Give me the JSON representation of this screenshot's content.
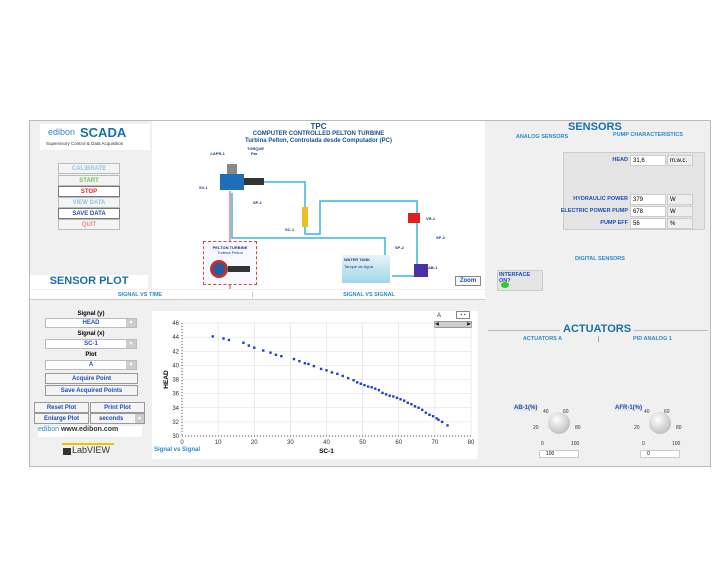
{
  "header": {
    "logo_brand": "edibon",
    "logo_title": "SCADA",
    "logo_subtitle": "Supervisory Control & Data Acquisition",
    "title": "TPC",
    "subtitle": "COMPUTER CONTROLLED PELTON TURBINE",
    "subtitle_es": "Turbina Pelton, Controlada desde Computador (PC)"
  },
  "controls": {
    "calibrate": "CALIBRATE",
    "start": "START",
    "stop": "STOP",
    "view_data": "VIEW DATA",
    "save_data": "SAVE DATA",
    "quit": "QUIT"
  },
  "sensor_plot": {
    "title": "SENSOR PLOT",
    "tabs": [
      "SIGNAL VS TIME",
      "SIGNAL VS SIGNAL"
    ],
    "signal_y_label": "Signal (y)",
    "signal_y": "HEAD",
    "signal_x_label": "Signal (x)",
    "signal_x": "SC-1",
    "plot_label": "Plot",
    "plot": "A",
    "acquire": "Acquire Point",
    "save_points": "Save Acquired Points",
    "reset": "Reset Plot",
    "print": "Print Plot",
    "enlarge": "Enlarge Plot",
    "units": "seconds",
    "website": "www.edibon.com",
    "labview": "LabVIEW",
    "caption": "Signal vs Signal",
    "plot_selector": "A"
  },
  "diagram": {
    "labels": {
      "apr": "APR-1",
      "torque": "TORQUE",
      "torque_es": "Par",
      "sv": "SV-1",
      "sp1": "SP-1",
      "sc": "SC-1",
      "vr": "VR-1",
      "sp3": "SP-3",
      "sp2": "SP-2",
      "ab": "AB-1",
      "turbine": "PELTON TURBINE",
      "turbine_es": "Turbina Pelton",
      "tank": "WATER TANK",
      "tank_es": "Tanque de Agua"
    },
    "zoom": "Zoom"
  },
  "sensors": {
    "title": "SENSORS",
    "tabs": [
      "ANALOG SENSORS",
      "PUMP CHARACTERISTICS"
    ],
    "rows": [
      {
        "label": "HEAD",
        "value": "31,6",
        "unit": "m.w.c."
      },
      {
        "label": "HYDRAULIC POWER",
        "value": "379",
        "unit": "W"
      },
      {
        "label": "ELECTRIC POWER PUMP",
        "value": "678",
        "unit": "W"
      },
      {
        "label": "PUMP EFF",
        "value": "56",
        "unit": "%"
      }
    ],
    "digital_title": "DIGITAL SENSORS",
    "interface": "INTERFACE ON?",
    "interface_on": true
  },
  "actuators": {
    "title": "ACTUATORS",
    "tabs": [
      "ACTUATORS A",
      "PID ANALOG 1"
    ],
    "knobs": [
      {
        "label": "AB-1(%)",
        "value": "100",
        "ticks": [
          "0",
          "20",
          "40",
          "60",
          "80",
          "100"
        ]
      },
      {
        "label": "AFR-1(%)",
        "value": "0",
        "ticks": [
          "0",
          "20",
          "40",
          "60",
          "80",
          "100"
        ]
      }
    ]
  },
  "chart_data": {
    "type": "scatter",
    "xlabel": "SC-1",
    "ylabel": "HEAD",
    "xlim": [
      0,
      80
    ],
    "ylim": [
      30,
      46
    ],
    "xticks": [
      "0",
      "10",
      "20",
      "30",
      "40",
      "50",
      "60",
      "70",
      "80"
    ],
    "yticks": [
      "30",
      "32",
      "34",
      "36",
      "38",
      "40",
      "42",
      "44",
      "46"
    ],
    "grid": true,
    "color": "#1f3fc8",
    "points": [
      [
        8.5,
        44.1
      ],
      [
        11.5,
        43.8
      ],
      [
        13,
        43.6
      ],
      [
        17,
        43.2
      ],
      [
        18.5,
        42.8
      ],
      [
        20,
        42.5
      ],
      [
        22.5,
        42.1
      ],
      [
        24.5,
        41.8
      ],
      [
        26,
        41.5
      ],
      [
        27.5,
        41.3
      ],
      [
        31,
        40.9
      ],
      [
        32.5,
        40.6
      ],
      [
        34,
        40.3
      ],
      [
        35,
        40.2
      ],
      [
        36.5,
        39.9
      ],
      [
        38.5,
        39.5
      ],
      [
        40,
        39.3
      ],
      [
        41.5,
        39
      ],
      [
        43,
        38.8
      ],
      [
        44.5,
        38.5
      ],
      [
        46,
        38.2
      ],
      [
        47.5,
        37.9
      ],
      [
        48.5,
        37.6
      ],
      [
        49.5,
        37.4
      ],
      [
        50.5,
        37.2
      ],
      [
        51.5,
        37
      ],
      [
        52.5,
        36.9
      ],
      [
        53.5,
        36.7
      ],
      [
        54.5,
        36.5
      ],
      [
        55.5,
        36.1
      ],
      [
        56.5,
        35.9
      ],
      [
        57.5,
        35.7
      ],
      [
        58.5,
        35.6
      ],
      [
        59.5,
        35.4
      ],
      [
        60.5,
        35.2
      ],
      [
        61.5,
        35
      ],
      [
        62.5,
        34.7
      ],
      [
        63.5,
        34.5
      ],
      [
        64.5,
        34.2
      ],
      [
        65.5,
        34
      ],
      [
        66.5,
        33.7
      ],
      [
        67.5,
        33.3
      ],
      [
        68.5,
        33
      ],
      [
        69.5,
        32.8
      ],
      [
        70.5,
        32.5
      ],
      [
        71,
        32.3
      ],
      [
        72,
        32
      ],
      [
        73.5,
        31.5
      ]
    ]
  }
}
